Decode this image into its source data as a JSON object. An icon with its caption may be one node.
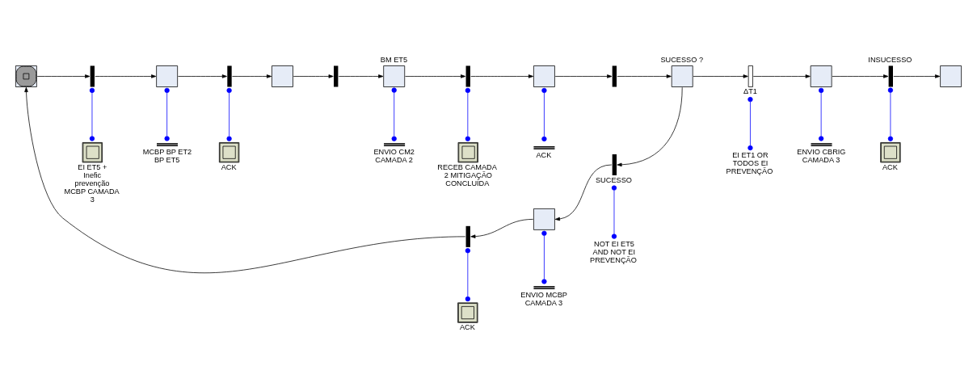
{
  "diagram": {
    "nodes": [
      {
        "text": [],
        "shape": "box"
      },
      {
        "text": [],
        "shape": "bar"
      },
      {
        "text": [],
        "shape": "box"
      },
      {
        "text": [],
        "shape": "bar"
      },
      {
        "text": [],
        "shape": "box"
      },
      {
        "text": [],
        "shape": "bar"
      },
      {
        "text": [],
        "shape": "box",
        "beside": [
          "BM ET5"
        ]
      },
      {
        "text": [],
        "shape": "bar"
      },
      {
        "text": [],
        "shape": "box"
      },
      {
        "text": [],
        "shape": "bar"
      },
      {
        "text": [],
        "shape": "box",
        "beside": [
          "SUCESSO ?"
        ]
      },
      {
        "text": [],
        "shape": "bar",
        "beside": [
          "ΔT1"
        ]
      },
      {
        "text": [],
        "shape": "box"
      },
      {
        "text": [],
        "shape": "bar",
        "beside": [
          "INSUCESSO"
        ]
      },
      {
        "text": [],
        "shape": "box"
      },
      {
        "text": [],
        "shape": "bar",
        "beside": [
          "SUCESSO"
        ]
      },
      {
        "text": [],
        "shape": "box"
      },
      {
        "text": [],
        "shape": "bar"
      },
      {
        "text": [],
        "shape": "box",
        "beside": [
          "EI ET5 + Inefic prevenção MCBP CAMADA 3"
        ]
      },
      {
        "text": [],
        "shape": "line",
        "beside": [
          "MCBP BP ET2 BP ET5"
        ]
      },
      {
        "text": [],
        "shape": "box",
        "beside": [
          "ACK"
        ]
      },
      {
        "text": [],
        "shape": "line",
        "beside": [
          "ENVIO CM2 CAMADA 2"
        ]
      },
      {
        "text": [],
        "shape": "box",
        "beside": [
          "RECEB CAMADA 2 MITIGAÇÃO CONCLUÍDA"
        ]
      },
      {
        "text": [],
        "shape": "line",
        "beside": [
          "ACK"
        ]
      },
      {
        "text": [],
        "shape": "line",
        "beside": [
          "ENVIO CBRIG CAMADA 3"
        ]
      },
      {
        "text": [],
        "shape": "box",
        "beside": [
          "ACK"
        ]
      },
      {
        "text": [],
        "shape": "line",
        "beside": [
          "ENVIO MCBP CAMADA 3"
        ]
      },
      {
        "text": [],
        "shape": "box",
        "beside": [
          "ACK"
        ]
      },
      {
        "text": [
          "EI ET1 OR TODOS EI PREVENÇÃO"
        ]
      },
      {
        "text": [
          "NOT EI ET5 AND NOT EI PREVENÇÃO"
        ]
      }
    ],
    "edges": [
      {
        "from": 0,
        "to": 1,
        "arrow": "to"
      },
      {
        "from": 1,
        "to": 2,
        "arrow": "to"
      },
      {
        "from": 2,
        "to": 3,
        "arrow": "to"
      },
      {
        "from": 3,
        "to": 4,
        "arrow": "to"
      },
      {
        "from": 4,
        "to": 5,
        "arrow": "to"
      },
      {
        "from": 5,
        "to": 6,
        "arrow": "to"
      },
      {
        "from": 6,
        "to": 7,
        "arrow": "to"
      },
      {
        "from": 7,
        "to": 8,
        "arrow": "to"
      },
      {
        "from": 8,
        "to": 9,
        "arrow": "to"
      },
      {
        "from": 9,
        "to": 10,
        "arrow": "to"
      },
      {
        "from": 10,
        "to": 11,
        "arrow": "to"
      },
      {
        "from": 11,
        "to": 12,
        "arrow": "to"
      },
      {
        "from": 12,
        "to": 13,
        "arrow": "to"
      },
      {
        "from": 13,
        "to": 14,
        "arrow": "to"
      },
      {
        "from": 10,
        "to": 15,
        "arrow": "to"
      },
      {
        "from": 15,
        "to": 16,
        "arrow": "to"
      },
      {
        "from": 16,
        "to": 17,
        "arrow": "to"
      },
      {
        "from": 17,
        "to": 0,
        "arrow": "to"
      },
      {
        "from": 1,
        "to": 18,
        "arrow": "other",
        "color": "#0000ff"
      },
      {
        "from": 2,
        "to": 19,
        "arrow": "other",
        "color": "#0000ff"
      },
      {
        "from": 3,
        "to": 20,
        "arrow": "other",
        "color": "#0000ff"
      },
      {
        "from": 6,
        "to": 21,
        "arrow": "other",
        "color": "#0000ff"
      },
      {
        "from": 7,
        "to": 22,
        "arrow": "other",
        "color": "#0000ff"
      },
      {
        "from": 8,
        "to": 23,
        "arrow": "other",
        "color": "#0000ff"
      },
      {
        "from": 12,
        "to": 24,
        "arrow": "other",
        "color": "#0000ff"
      },
      {
        "from": 13,
        "to": 25,
        "arrow": "other",
        "color": "#0000ff"
      },
      {
        "from": 16,
        "to": 26,
        "arrow": "other",
        "color": "#0000ff"
      },
      {
        "from": 17,
        "to": 27,
        "arrow": "other",
        "color": "#0000ff"
      },
      {
        "from": 28,
        "to": 11,
        "arrow": "other",
        "color": "#0000ff"
      },
      {
        "from": 29,
        "to": 15,
        "arrow": "other",
        "color": "#0000ff"
      }
    ]
  }
}
